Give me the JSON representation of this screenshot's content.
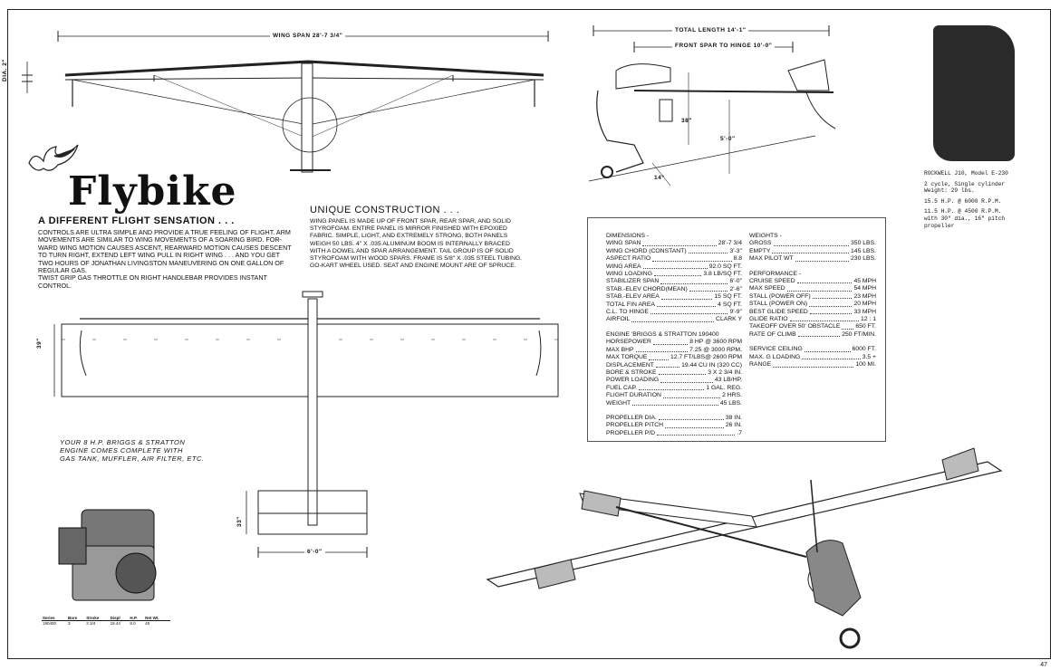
{
  "title": "Flybike",
  "intro": {
    "heading": "A DIFFERENT FLIGHT SENSATION . . .",
    "lines": [
      "CONTROLS ARE ULTRA SIMPLE AND PROVIDE A TRUE FEELING OF FLIGHT.  ARM",
      "MOVEMENTS ARE SIMILAR TO WING MOVEMENTS OF A SOARING BIRD.  FOR-",
      "WARD WING MOTION CAUSES ASCENT, REARWARD MOTION CAUSES DESCENT",
      "TO TURN RIGHT, EXTEND LEFT WING PULL IN RIGHT WING . . . AND YOU GET",
      "TWO HOURS OF JONATHAN LIVINGSTON MANEUVERING ON ONE GALLON OF",
      "REGULAR GAS.",
      "TWIST GRIP GAS THROTTLE ON RIGHT HANDLEBAR PROVIDES INSTANT",
      "CONTROL."
    ]
  },
  "construction": {
    "heading": "UNIQUE CONSTRUCTION . . .",
    "lines": [
      "WING PANEL IS MADE UP OF FRONT SPAR, REAR SPAR, AND SOLID",
      "STYROFOAM.  ENTIRE PANEL IS MIRROR FINISHED WITH EPOXIED",
      "FABRIC.  SIMPLE, LIGHT, AND EXTREMELY STRONG, BOTH PANELS",
      "WEIGH 50 LBS.   4\" x .035 ALUMINUM BOOM IS INTERNALLY BRACED",
      "WITH A DOWEL AND SPAR ARRANGEMENT.  TAIL GROUP IS OF SOLID",
      "STYROFOAM WITH WOOD SPARS.  FRAME IS 5/8\" x .035 STEEL TUBING.",
      "GO-KART WHEEL USED.  SEAT AND ENGINE MOUNT ARE OF SPRUCE."
    ]
  },
  "engine_caption": [
    "YOUR 8 H.P. BRIGGS & STRATTON",
    "ENGINE COMES COMPLETE WITH",
    "GAS TANK, MUFFLER, AIR FILTER, ETC."
  ],
  "dims": {
    "wing_span": "WING SPAN  28'-7 3/4\"",
    "dia": "DIA. 2\"",
    "total_length": "TOTAL LENGTH 14'-1\"",
    "front_spar": "FRONT SPAR TO HINGE 10'-0\"",
    "h38": "38\"",
    "h5": "5'-0\"",
    "angle": "14°",
    "chord39": "39\"",
    "tail33": "33\"",
    "tail6": "6'-0\""
  },
  "specs": {
    "dimensions_title": "DIMENSIONS -",
    "dimensions": [
      {
        "k": "WING SPAN",
        "v": "28'-7 3/4"
      },
      {
        "k": "WING CHORD (CONSTANT)",
        "v": "3'-3\""
      },
      {
        "k": "ASPECT RATIO",
        "v": "8.8"
      },
      {
        "k": "WING AREA",
        "v": "92.0 SQ FT."
      },
      {
        "k": "WING LOADING",
        "v": "3.8 LB/SQ FT."
      },
      {
        "k": "STABILIZER SPAN",
        "v": "6'-0\""
      },
      {
        "k": "STAB.-ELEV CHORD(MEAN)",
        "v": "2'-6\""
      },
      {
        "k": "STAB.-ELEV AREA",
        "v": "15 SQ FT."
      },
      {
        "k": "TOTAL FIN AREA",
        "v": "4 SQ FT."
      },
      {
        "k": "C.L. TO HINGE",
        "v": "9'-9\""
      },
      {
        "k": "AIRFOIL",
        "v": "CLARK Y"
      }
    ],
    "engine_title": "ENGINE 'BRIGGS & STRATTON 190400",
    "engine": [
      {
        "k": "HORSEPOWER",
        "v": "8 HP @ 3600 RPM"
      },
      {
        "k": "MAX BHP",
        "v": "7.25 @ 3000 RPM."
      },
      {
        "k": "MAX TORQUE",
        "v": "12.7 FT/LBS@ 2600 RPM"
      },
      {
        "k": "DISPLACEMENT",
        "v": "19.44 CU IN (320 CC)"
      },
      {
        "k": "BORE & STROKE",
        "v": "3 x 2 3/4 IN."
      },
      {
        "k": "POWER LOADING",
        "v": "43 LB/HP."
      },
      {
        "k": "FUEL CAP.",
        "v": "1 GAL. REG."
      },
      {
        "k": "FLIGHT DURATION",
        "v": "2 HRS."
      },
      {
        "k": "WEIGHT",
        "v": "45 LBS."
      }
    ],
    "prop": [
      {
        "k": "PROPELLER DIA.",
        "v": "38 IN."
      },
      {
        "k": "PROPELLER PITCH",
        "v": "26 IN."
      },
      {
        "k": "PROPELLER P/D",
        "v": ".7"
      }
    ],
    "weights_title": "WEIGHTS -",
    "weights": [
      {
        "k": "GROSS",
        "v": "350 LBS."
      },
      {
        "k": "EMPTY",
        "v": "145 LBS."
      },
      {
        "k": "MAX PILOT WT",
        "v": "230 LBS."
      }
    ],
    "performance_title": "PERFORMANCE -",
    "performance": [
      {
        "k": "CRUISE SPEED",
        "v": "45 MPH"
      },
      {
        "k": "MAX SPEED",
        "v": "54 MPH"
      },
      {
        "k": "STALL (POWER OFF)",
        "v": "23 MPH"
      },
      {
        "k": "STALL (POWER ON)",
        "v": "20 MPH"
      },
      {
        "k": "BEST GLIDE SPEED",
        "v": "33 MPH"
      },
      {
        "k": "GLIDE RATIO",
        "v": "12 : 1"
      },
      {
        "k": "TAKEOFF OVER 50' OBSTACLE",
        "v": "650 FT."
      },
      {
        "k": "RATE OF CLIMB",
        "v": "250 FT/MIN."
      }
    ],
    "ceiling": [
      {
        "k": "SERVICE CEILING",
        "v": "6000 FT."
      },
      {
        "k": "MAX. G LOADING",
        "v": "3.5 +"
      },
      {
        "k": "RANGE",
        "v": "100 MI."
      }
    ]
  },
  "engine_note": {
    "model": "ROCKWELL J10, Model E-230",
    "l1": "2 cycle, Single cylinder",
    "l2": "Weight: 29 lbs.",
    "l3": "15.5 H.P. @ 6000 R.P.M.",
    "l4": "11.5 H.P. @ 4500 R.P.M.",
    "l5": "with 30\" dia., 16\" pitch",
    "l6": "propeller"
  },
  "engine_table": {
    "headers": [
      "Series",
      "Bore",
      "Stroke",
      "Displ",
      "H.P.",
      "Net Wt."
    ],
    "row": [
      "190400",
      "3",
      "2 3/4",
      "19.44",
      "8.0",
      "45"
    ]
  },
  "page_number": "47"
}
